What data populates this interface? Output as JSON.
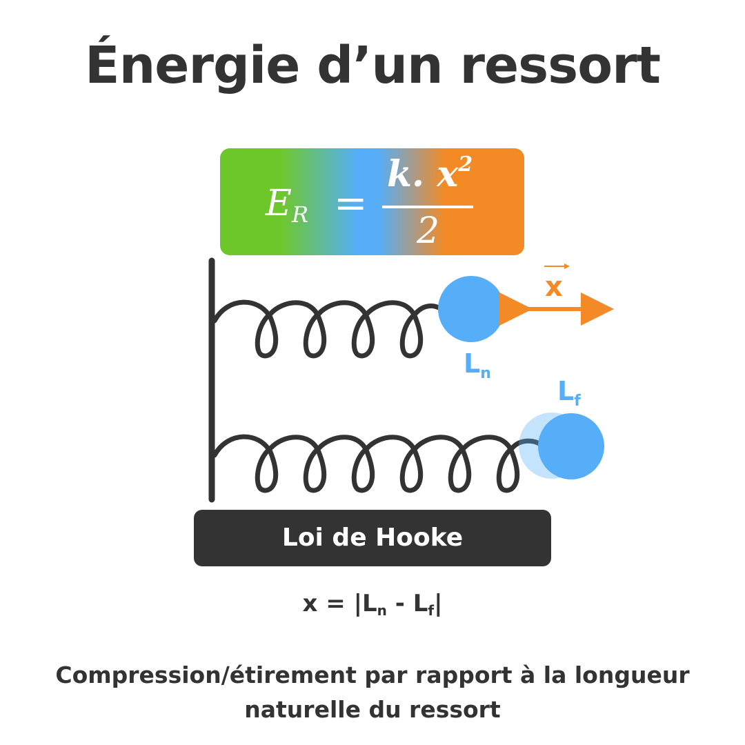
{
  "title": "Énergie d’un ressort",
  "formula": {
    "lhs": "E",
    "lhs_sub": "R",
    "equals": "=",
    "numerator": "k. x",
    "numerator_sup": "2",
    "denominator": "2"
  },
  "labels": {
    "ln_main": "L",
    "ln_sub": "n",
    "lf_main": "L",
    "lf_sub": "f",
    "x_vector": "x"
  },
  "hooke_label": "Loi de Hooke",
  "definition": {
    "prefix": "x = |L",
    "sub1": "n",
    "middle": " - L",
    "sub2": "f",
    "suffix": "|"
  },
  "caption": {
    "line1": "Compression/étirement par rapport à la longueur",
    "line2": "naturelle du ressort"
  },
  "colors": {
    "dark": "#333333",
    "blue": "#55aef7",
    "green": "#6ec72a",
    "orange": "#f38a25"
  }
}
